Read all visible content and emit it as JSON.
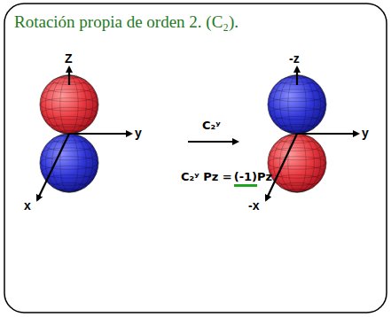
{
  "diagram": {
    "title": "Rotación propia de orden 2. (C₂).",
    "labels": [
      "Z",
      "y",
      "x",
      "C₂ʸ",
      "-z",
      "y",
      "-x",
      "C₂ʸ Pz =",
      "(-1)",
      "Pz"
    ]
  }
}
